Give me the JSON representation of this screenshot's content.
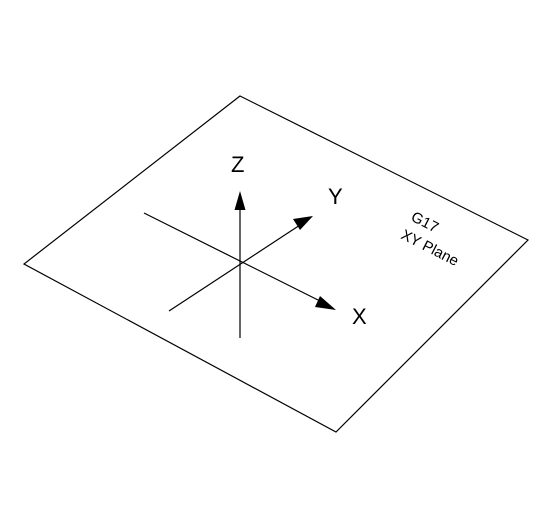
{
  "axes": {
    "z_label": "Z",
    "y_label": "Y",
    "x_label": "X"
  },
  "plane": {
    "code": "G17",
    "name": "XY Plane"
  },
  "colors": {
    "stroke": "#000000",
    "background": "#ffffff"
  }
}
